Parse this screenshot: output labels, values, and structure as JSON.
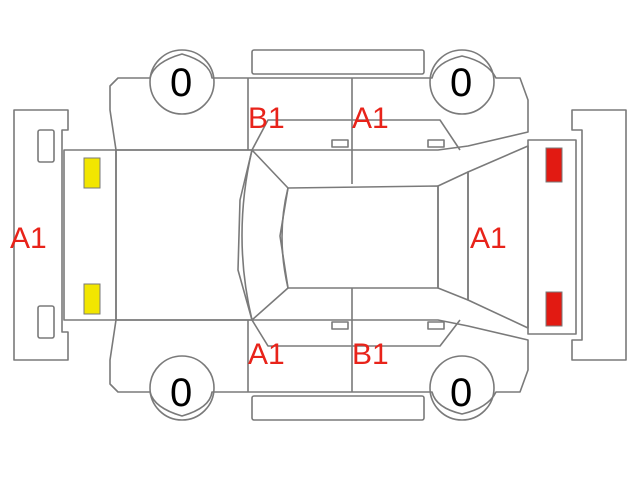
{
  "diagram": {
    "line_color": "#7a7a7a",
    "text_color_labels": "#e8231a",
    "text_color_tires": "#000000",
    "headlight_color": "#f2e600",
    "taillight_color": "#e21a12",
    "labels": {
      "front_bumper": "A1",
      "rear_bumper": "A1",
      "left_rear_door": "B1",
      "left_front_door": "A1",
      "right_rear_door": "A1",
      "right_front_door": "B1"
    },
    "tires": {
      "left_rear": "0",
      "left_front": "0",
      "right_rear": "0",
      "right_front": "0"
    }
  }
}
